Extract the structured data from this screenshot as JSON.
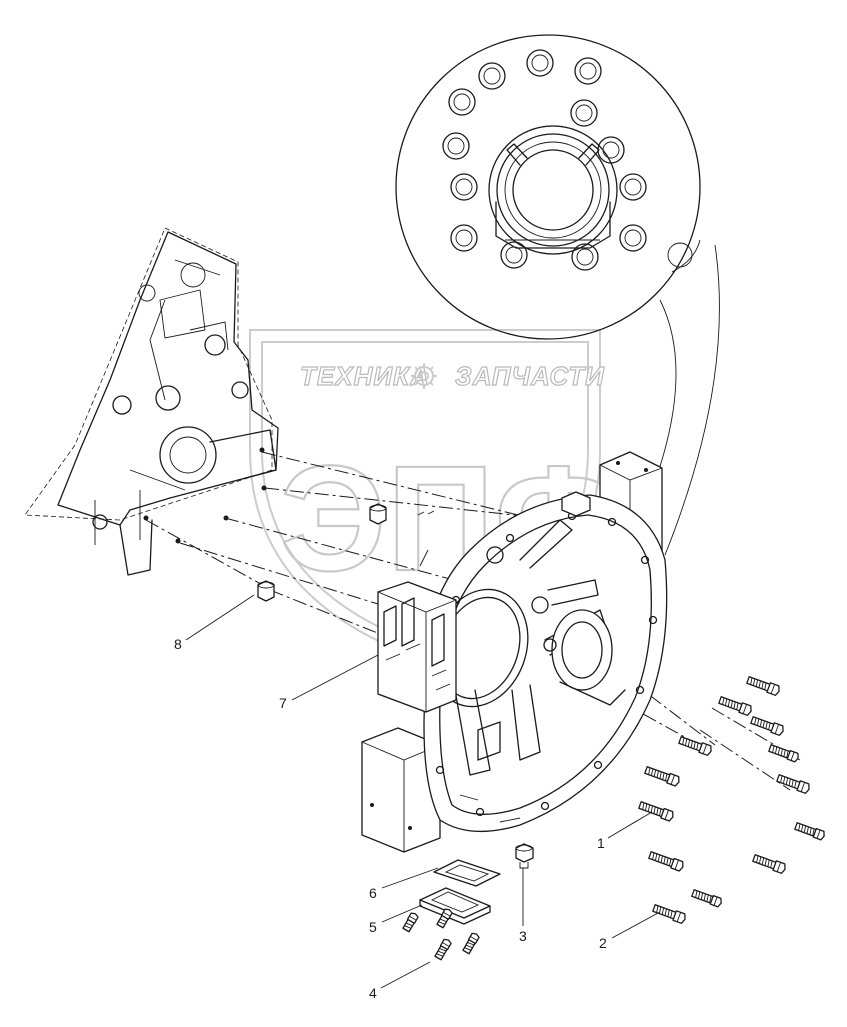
{
  "watermark": {
    "brand_left": "ТЕХНИКА",
    "brand_right": "ЗАПЧАСТИ",
    "logo_letters": "ЭПФ"
  },
  "callouts": [
    {
      "id": "1",
      "label": "1"
    },
    {
      "id": "2",
      "label": "2"
    },
    {
      "id": "3",
      "label": "3"
    },
    {
      "id": "4",
      "label": "4"
    },
    {
      "id": "5",
      "label": "5"
    },
    {
      "id": "6",
      "label": "6"
    },
    {
      "id": "7",
      "label": "7"
    },
    {
      "id": "8",
      "label": "8"
    }
  ]
}
